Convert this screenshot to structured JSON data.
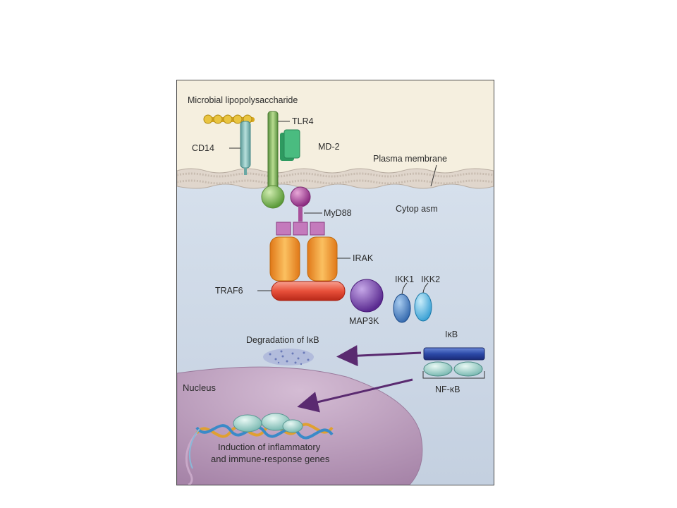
{
  "diagram": {
    "labels": {
      "lps": "Microbial lipopolysaccharide",
      "tlr4": "TLR4",
      "cd14": "CD14",
      "md2": "MD-2",
      "plasma_membrane": "Plasma membrane",
      "cytoplasm": "Cytop asm",
      "myd88": "MyD88",
      "irak": "IRAK",
      "traf6": "TRAF6",
      "ikk1": "IKK1",
      "ikk2": "IKK2",
      "map3k": "MAP3K",
      "ikb": "IκB",
      "degradation": "Degradation of IκB",
      "nfkb": "NF-κB",
      "nucleus": "Nucleus",
      "induction_line1": "Induction of inflammatory",
      "induction_line2": "and immune-response genes"
    },
    "colors": {
      "extracellular": "#f5efdf",
      "membrane": "#cfc7bd",
      "cytoplasm": "#cdd9e6",
      "nucleus": "#b89ab8",
      "lps": "#e9c440",
      "tlr4": "#8cc060",
      "cd14": "#8cc6c0",
      "md2": "#3aa870",
      "myd88": "#b050a0",
      "irak": "#f2a030",
      "traf6": "#e8503a",
      "map3k": "#7a4aa8",
      "ikk1": "#4a88c8",
      "ikk2": "#5ab8e0",
      "ikb": "#2c4aa8",
      "nfkb": "#a8d8d0",
      "arrow": "#5a2a70"
    }
  }
}
